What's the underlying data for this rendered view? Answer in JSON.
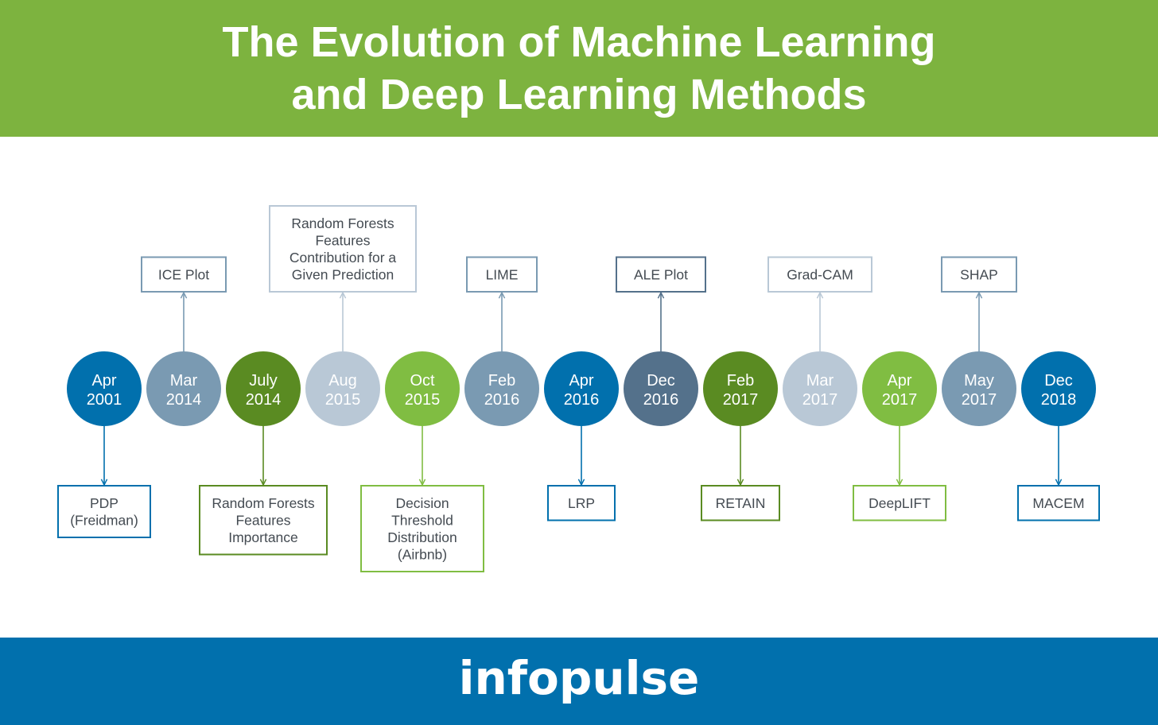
{
  "header": {
    "title_line1": "The Evolution of Machine Learning",
    "title_line2": "and Deep Learning Methods"
  },
  "colors": {
    "header_bg": "#7db33f",
    "footer_bg": "#0170ad",
    "blue": "#0170ad",
    "gray_blue": "#7a9ab2",
    "dark_green": "#5a8b22",
    "light_gray_blue": "#b9c8d6",
    "light_green": "#80bd42",
    "slate": "#54718b"
  },
  "timeline": [
    {
      "date_month": "Apr",
      "date_year": "2001",
      "color": "#0170ad",
      "method": [
        "PDP",
        "(Freidman)"
      ],
      "position": "below"
    },
    {
      "date_month": "Mar",
      "date_year": "2014",
      "color": "#7a9ab2",
      "method": [
        "ICE Plot"
      ],
      "position": "above"
    },
    {
      "date_month": "July",
      "date_year": "2014",
      "color": "#5a8b22",
      "method": [
        "Random Forests",
        "Features",
        "Importance"
      ],
      "position": "below"
    },
    {
      "date_month": "Aug",
      "date_year": "2015",
      "color": "#b9c8d6",
      "method": [
        "Random Forests",
        "Features",
        "Contribution for a",
        "Given Prediction"
      ],
      "position": "above"
    },
    {
      "date_month": "Oct",
      "date_year": "2015",
      "color": "#80bd42",
      "method": [
        "Decision",
        "Threshold",
        "Distribution",
        "(Airbnb)"
      ],
      "position": "below"
    },
    {
      "date_month": "Feb",
      "date_year": "2016",
      "color": "#7a9ab2",
      "method": [
        "LIME"
      ],
      "position": "above"
    },
    {
      "date_month": "Apr",
      "date_year": "2016",
      "color": "#0170ad",
      "method": [
        "LRP"
      ],
      "position": "below"
    },
    {
      "date_month": "Dec",
      "date_year": "2016",
      "color": "#54718b",
      "method": [
        "ALE Plot"
      ],
      "position": "above"
    },
    {
      "date_month": "Feb",
      "date_year": "2017",
      "color": "#5a8b22",
      "method": [
        "RETAIN"
      ],
      "position": "below"
    },
    {
      "date_month": "Mar",
      "date_year": "2017",
      "color": "#b9c8d6",
      "method": [
        "Grad-CAM"
      ],
      "position": "above"
    },
    {
      "date_month": "Apr",
      "date_year": "2017",
      "color": "#80bd42",
      "method": [
        "DeepLIFT"
      ],
      "position": "below"
    },
    {
      "date_month": "May",
      "date_year": "2017",
      "color": "#7a9ab2",
      "method": [
        "SHAP"
      ],
      "position": "above"
    },
    {
      "date_month": "Dec",
      "date_year": "2018",
      "color": "#0170ad",
      "method": [
        "MACEM"
      ],
      "position": "below"
    }
  ],
  "footer": {
    "logo_text": "infopulse"
  }
}
